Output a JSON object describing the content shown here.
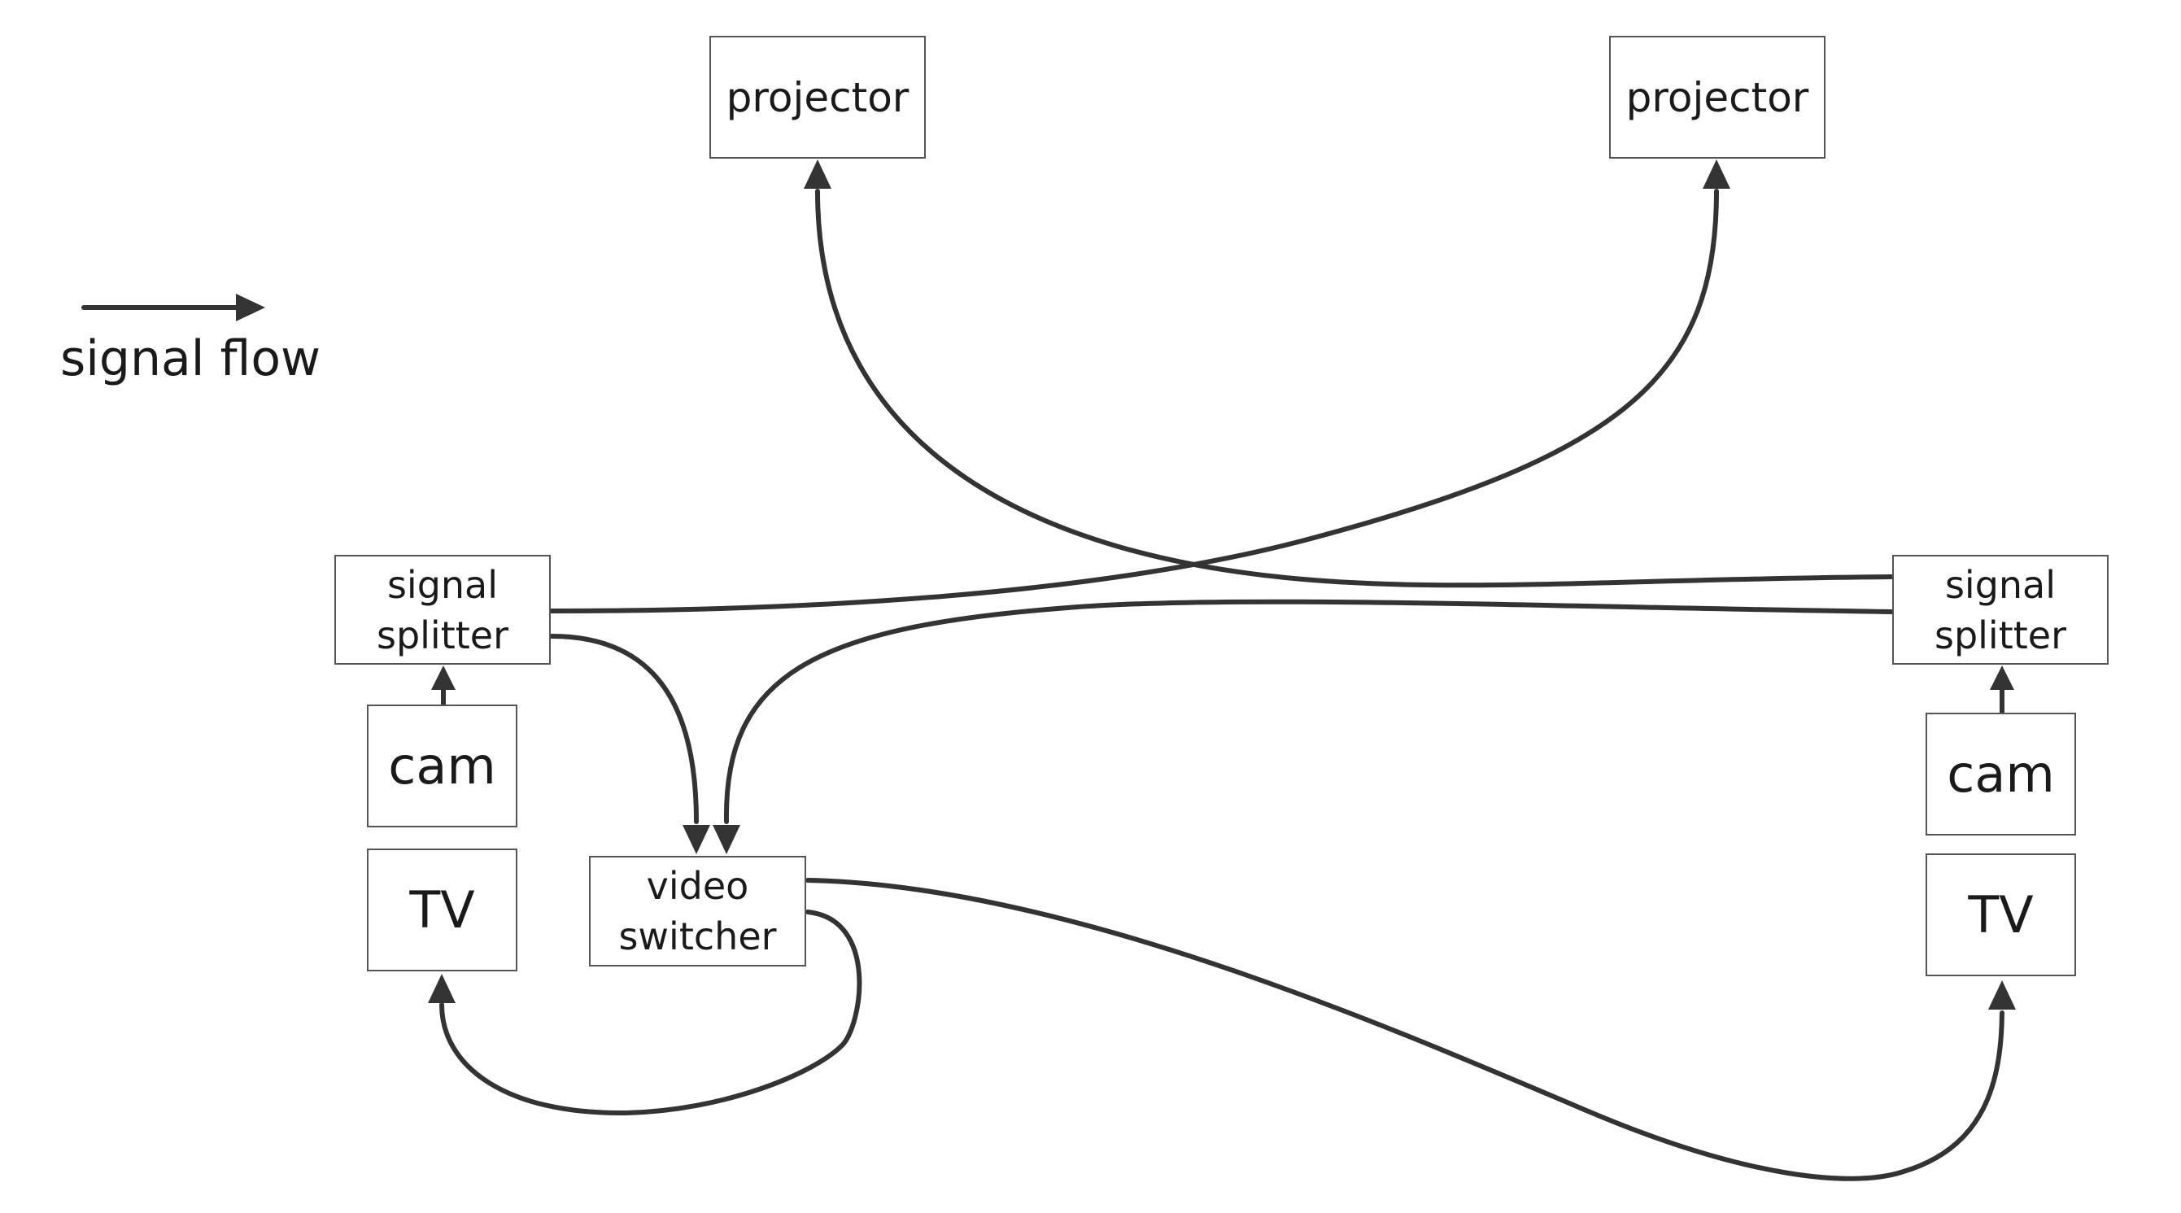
{
  "legend": {
    "label": "signal flow"
  },
  "nodes": {
    "projector_left": {
      "label": "projector"
    },
    "projector_right": {
      "label": "projector"
    },
    "splitter_left": {
      "label": "signal\nsplitter"
    },
    "splitter_right": {
      "label": "signal\nsplitter"
    },
    "cam_left": {
      "label": "cam"
    },
    "cam_right": {
      "label": "cam"
    },
    "tv_left": {
      "label": "TV"
    },
    "tv_right": {
      "label": "TV"
    },
    "video_switcher": {
      "label": "video\nswitcher"
    }
  },
  "colors": {
    "stroke": "#333333",
    "box_border": "#555555",
    "text": "#1a1a1a",
    "background": "#ffffff"
  }
}
